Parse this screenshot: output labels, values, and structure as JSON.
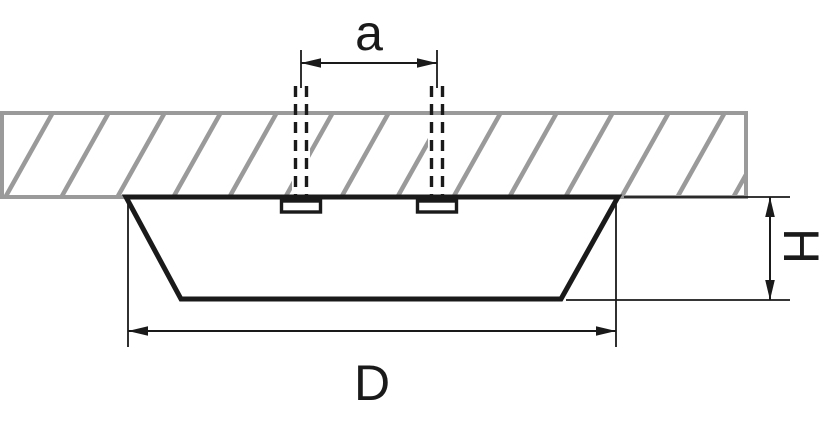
{
  "diagram": {
    "type": "technical-dimension-drawing",
    "labels": {
      "a": "a",
      "D": "D",
      "H": "H"
    },
    "colors": {
      "line_black": "#1a1a1a",
      "ceiling_gray": "#9a9a9a",
      "background": "#ffffff"
    }
  }
}
